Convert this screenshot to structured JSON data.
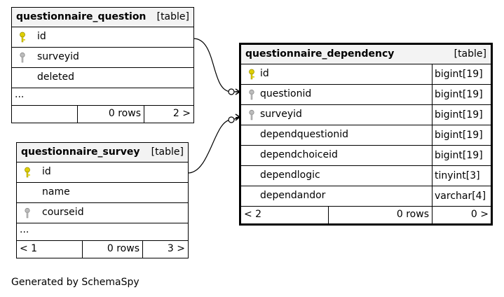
{
  "tables": {
    "question": {
      "name": "questionnaire_question",
      "type": "[table]",
      "columns": [
        {
          "name": "id",
          "key": "primary"
        },
        {
          "name": "surveyid",
          "key": "foreign"
        },
        {
          "name": "deleted",
          "key": "none"
        }
      ],
      "ellipsis": "...",
      "footer": {
        "left": "",
        "rows": "0 rows",
        "right": "2 >"
      }
    },
    "survey": {
      "name": "questionnaire_survey",
      "type": "[table]",
      "columns": [
        {
          "name": "id",
          "key": "primary"
        },
        {
          "name": "name",
          "key": "none"
        },
        {
          "name": "courseid",
          "key": "foreign"
        }
      ],
      "ellipsis": "...",
      "footer": {
        "left": "< 1",
        "rows": "0 rows",
        "right": "3 >"
      }
    },
    "dependency": {
      "name": "questionnaire_dependency",
      "type": "[table]",
      "columns": [
        {
          "name": "id",
          "type": "bigint[19]",
          "key": "primary"
        },
        {
          "name": "questionid",
          "type": "bigint[19]",
          "key": "foreign"
        },
        {
          "name": "surveyid",
          "type": "bigint[19]",
          "key": "foreign"
        },
        {
          "name": "dependquestionid",
          "type": "bigint[19]",
          "key": "none"
        },
        {
          "name": "dependchoiceid",
          "type": "bigint[19]",
          "key": "none"
        },
        {
          "name": "dependlogic",
          "type": "tinyint[3]",
          "key": "none"
        },
        {
          "name": "dependandor",
          "type": "varchar[4]",
          "key": "none"
        }
      ],
      "footer": {
        "left": "< 2",
        "rows": "0 rows",
        "right": "0 >"
      }
    }
  },
  "colors": {
    "primary_key": "#e0d000",
    "foreign_key": "#a8a8a8",
    "header_bg": "#f3f3f3"
  },
  "generated_by": "Generated by SchemaSpy"
}
